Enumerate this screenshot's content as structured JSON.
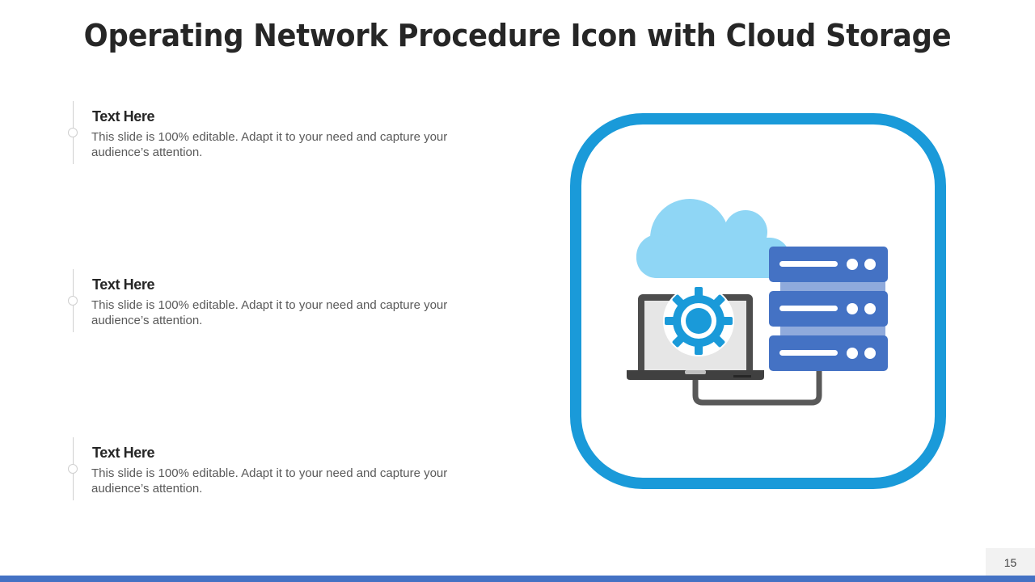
{
  "title": "Operating Network Procedure Icon with Cloud Storage",
  "items": [
    {
      "heading": "Text Here",
      "body": "This slide is 100% editable. Adapt it to your need and capture your audience’s attention."
    },
    {
      "heading": "Text Here",
      "body": "This slide is 100% editable. Adapt it to your need and capture your audience’s attention."
    },
    {
      "heading": "Text Here",
      "body": "This slide is 100% editable. Adapt it to your need and capture your audience’s attention."
    }
  ],
  "illustration": {
    "icons": [
      "cloud-icon",
      "laptop-icon",
      "gear-icon",
      "server-rack-icon"
    ]
  },
  "page_number": "15",
  "colors": {
    "frame": "#1a9ad9",
    "cloud": "#8fd6f5",
    "server": "#4472c4",
    "gear": "#1a9ad9",
    "accent_bar": "#4472c4"
  }
}
